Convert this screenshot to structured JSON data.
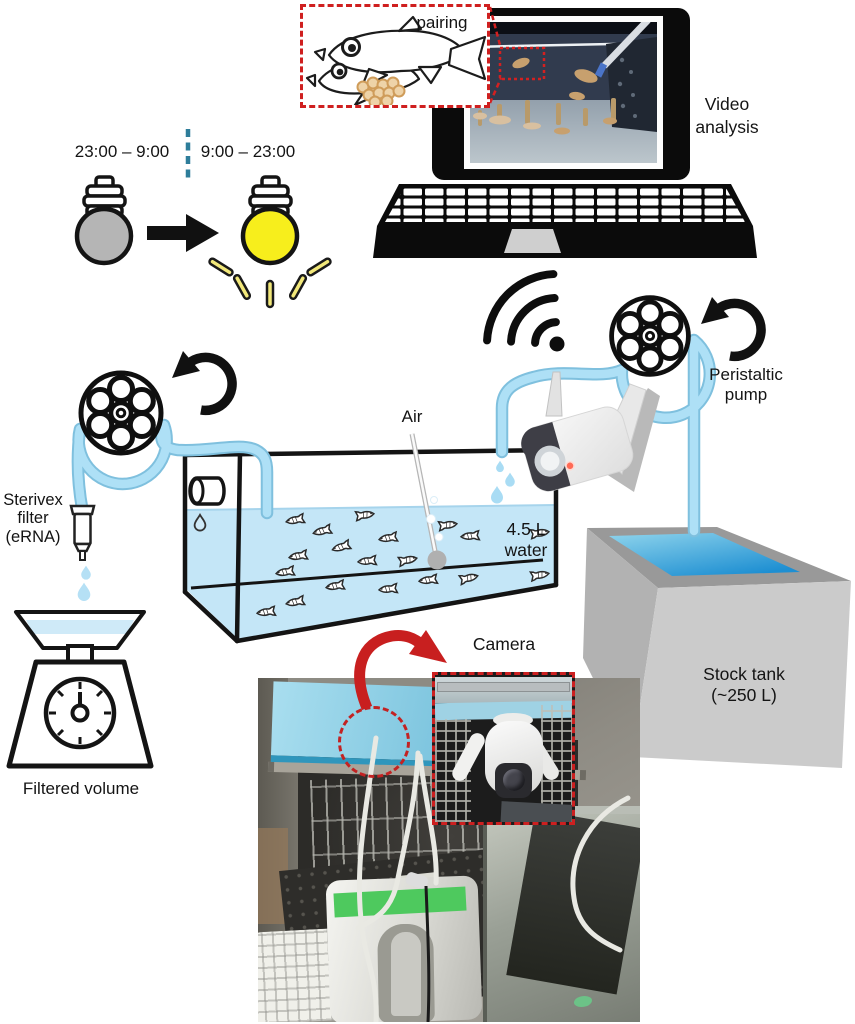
{
  "labels": {
    "pairing": "pairing",
    "video_analysis": "Video\nanalysis",
    "dark_period": "23:00 – 9:00",
    "light_period": "9:00 – 23:00",
    "air": "Air",
    "water_volume": "4.5 L\nwater",
    "peristaltic_pump": "Peristaltic\npump",
    "sterivex_filter": "Sterivex\nfilter\n(eRNA)",
    "filtered_volume": "Filtered volume",
    "stock_tank": "Stock tank\n(~250 L)",
    "camera": "Camera"
  },
  "colors": {
    "tube_blue": "#aee0f6",
    "tank_water": "#c4e6f7",
    "stock_water_light": "#8fd4ec",
    "stock_water_dark": "#1e8fd2",
    "highlight_red": "#cc2020",
    "bulb_yellow": "#f7ee1c",
    "bulb_gray": "#b5b5b5",
    "divider_teal": "#2e7d9a",
    "line_art": "#141414"
  },
  "icons": [
    "light-bulb-off-icon",
    "light-bulb-on-icon",
    "arrow-right-icon",
    "wifi-icon",
    "peristaltic-pump-icon",
    "rotation-arrow-icon",
    "sterivex-filter-icon",
    "water-drop-icon",
    "kitchen-scale-icon",
    "fish-icon",
    "air-stone-icon",
    "security-camera-icon",
    "laptop-icon",
    "fish-tank-icon",
    "stock-tank-icon"
  ]
}
